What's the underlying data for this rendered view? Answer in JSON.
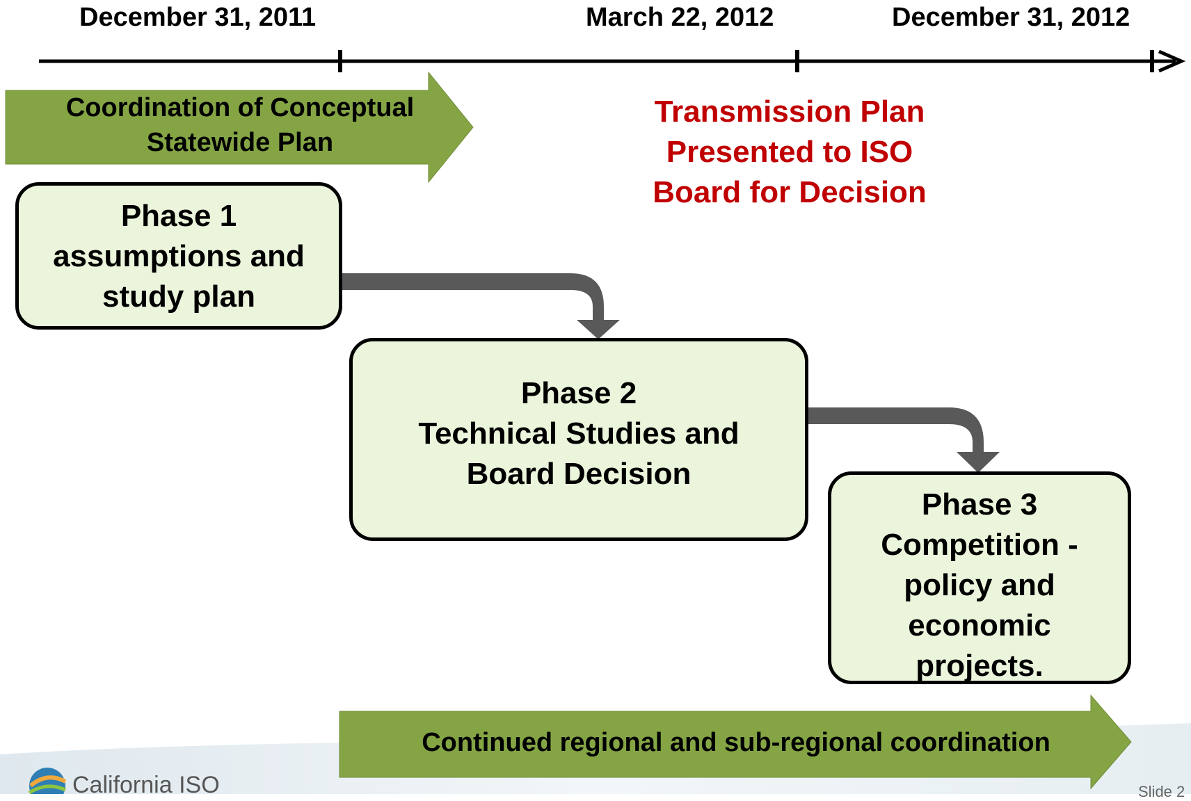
{
  "timeline": {
    "dates": [
      "December 31, 2011",
      "March 22, 2012",
      "December 31, 2012"
    ]
  },
  "arrows": {
    "coordination": [
      "Coordination of Conceptual",
      "Statewide Plan"
    ],
    "continued": "Continued regional and sub-regional coordination"
  },
  "milestone": [
    "Transmission Plan",
    "Presented to ISO",
    "Board for Decision"
  ],
  "phases": [
    {
      "lines": [
        "Phase 1",
        "assumptions and",
        "study plan"
      ]
    },
    {
      "lines": [
        "Phase 2",
        "Technical Studies and",
        "Board Decision"
      ]
    },
    {
      "lines": [
        "Phase 3",
        "Competition -",
        "policy and",
        "economic",
        "projects."
      ]
    }
  ],
  "footer": {
    "logo_text": "California ISO",
    "slide_label": "Slide 2"
  },
  "colors": {
    "arrow_green": "#85a545",
    "box_fill": "#ebf5dc",
    "connector_gray": "#595959",
    "milestone_red": "#c00000"
  }
}
